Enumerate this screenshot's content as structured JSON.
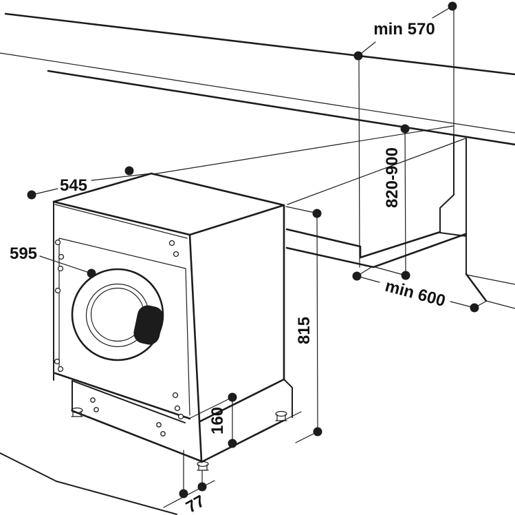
{
  "figure": {
    "title": "built-in-washing-machine-installation-diagram",
    "colors": {
      "line": "#1c1c1c",
      "background": "#ffffff",
      "handle": "#1c1c1c"
    },
    "dimensions": {
      "niche_depth_min": "min 570",
      "niche_height_range": "820-900",
      "top_depth": "545",
      "door_diameter": "595",
      "machine_height": "815",
      "niche_width_min": "min 600",
      "plinth_height": "160",
      "foot_clearance": "77"
    }
  }
}
